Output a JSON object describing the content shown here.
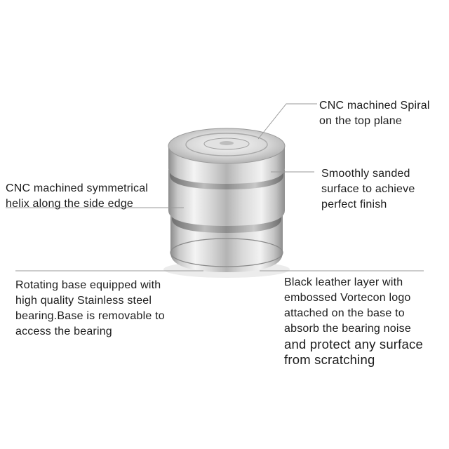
{
  "annotations": [
    {
      "id": "top-spiral",
      "lines": [
        "CNC machined Spiral",
        "on the top plane"
      ]
    },
    {
      "id": "surface-finish",
      "lines": [
        "Smoothly sanded",
        "surface to achieve",
        "perfect finish"
      ]
    },
    {
      "id": "side-helix",
      "lines": [
        "CNC machined symmetrical",
        "helix along the side edge"
      ]
    },
    {
      "id": "rotating-base",
      "lines": [
        "Rotating base equipped with",
        "high quality Stainless steel",
        "bearing.Base is removable to",
        "access the bearing"
      ]
    },
    {
      "id": "leather-layer",
      "lines": [
        "Black leather layer with",
        "embossed Vortecon logo",
        "attached on the base to",
        "absorb the bearing noise",
        "and protect any surface",
        "from scratching"
      ]
    }
  ]
}
